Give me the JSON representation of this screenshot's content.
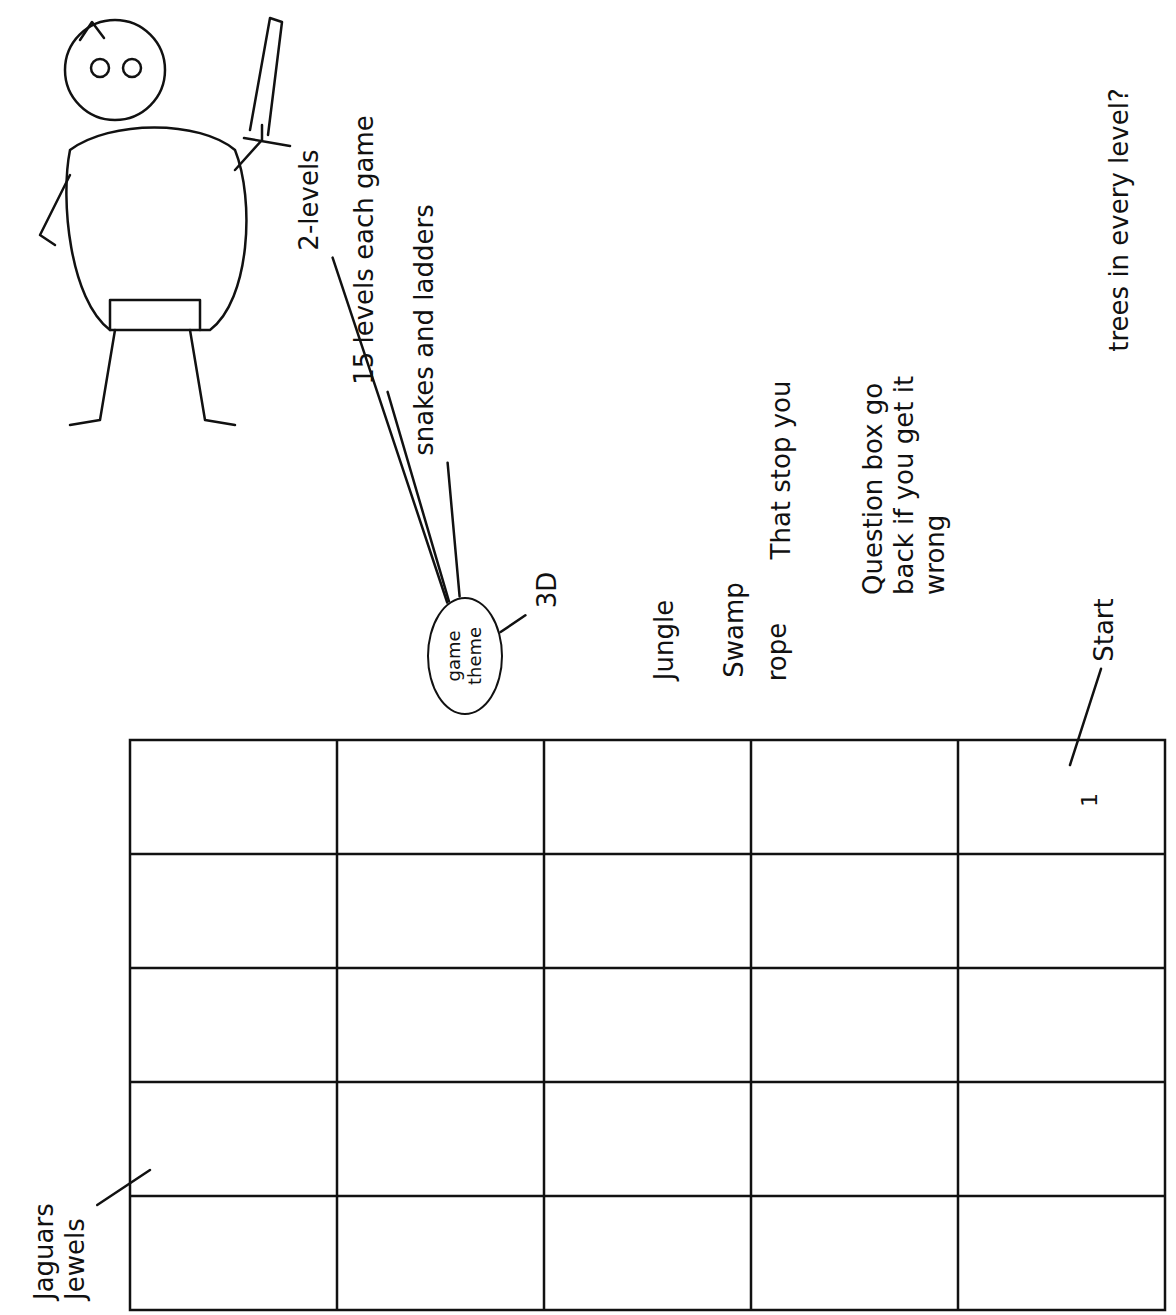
{
  "diagram": {
    "nodes": [
      {
        "text": [
          "game theme"
        ]
      }
    ],
    "labels": [
      "2-levels",
      "15 levels each game",
      "snakes and ladders",
      "3D",
      "trees in every level?",
      "Jungle",
      "Swamp",
      "rope",
      "That stop you",
      "Question box go back if you get it wrong",
      "Start",
      "1",
      "Jaguars Jewels"
    ]
  }
}
